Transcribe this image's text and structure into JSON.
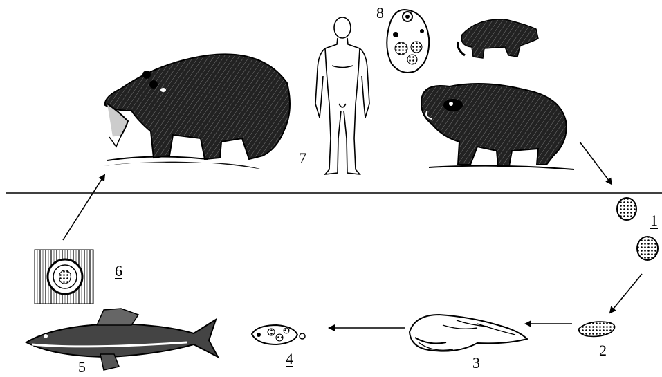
{
  "labels": {
    "egg_1": "1",
    "miracidium_2": "2",
    "snail_3": "3",
    "cercaria_4": "4",
    "fish_5": "5",
    "metacercaria_6": "6",
    "definitive_hosts_7": "7",
    "adult_fluke_8": "8"
  },
  "colors": {
    "ink": "#000000",
    "paper": "#ffffff"
  },
  "icons": [
    "bear-icon",
    "human-icon",
    "adult-fluke-icon",
    "wolf-icon",
    "raccoon-dog-icon",
    "egg-icon",
    "miracidium-icon",
    "snail-icon",
    "cercaria-icon",
    "fish-icon",
    "metacercaria-icon"
  ]
}
